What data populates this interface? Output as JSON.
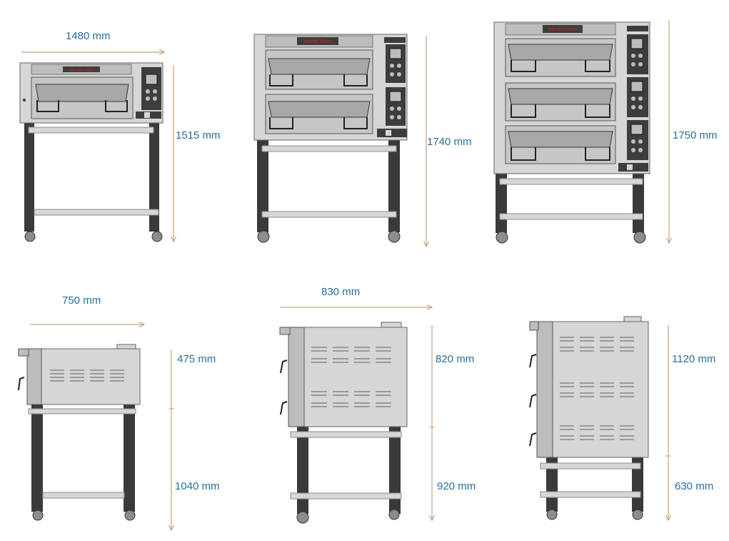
{
  "brand": "Moretti Forni",
  "colors": {
    "dimension_text": "#2a6d9c",
    "dimension_line": "#c9a07a",
    "steel_light": "#d6d6d6",
    "steel_mid": "#bdbdbd",
    "steel_dark": "#8c8c8c",
    "leg": "#3a3a3a",
    "panel": "#3d3d3d",
    "display_red": "#cc2222"
  },
  "front_views": [
    {
      "width": "1480  mm",
      "height": "1515 mm",
      "decks": 1
    },
    {
      "width": "",
      "height": "1740 mm",
      "decks": 2
    },
    {
      "width": "",
      "height": "1750 mm",
      "decks": 3
    }
  ],
  "side_views": [
    {
      "depth": "750 mm",
      "oven_height": "475 mm",
      "stand_height": "1040 mm",
      "decks": 1
    },
    {
      "depth": "830 mm",
      "oven_height": "820 mm",
      "stand_height": "920 mm",
      "decks": 2
    },
    {
      "depth": "",
      "oven_height": "1120 mm",
      "stand_height": "630 mm",
      "decks": 3
    }
  ]
}
